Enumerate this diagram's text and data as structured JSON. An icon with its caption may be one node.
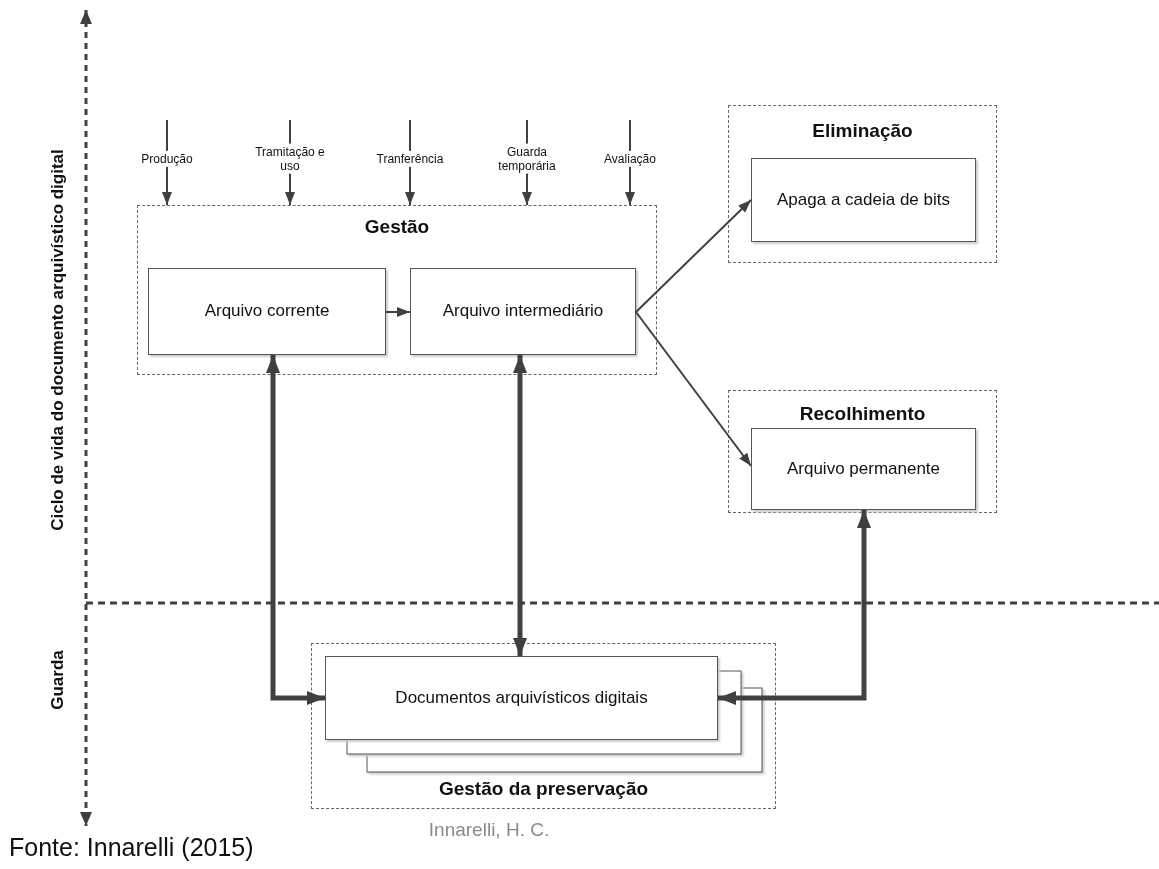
{
  "diagram": {
    "caption": "Fonte: Innarelli (2015)",
    "nodes": [
      {
        "text": [
          "Gestão"
        ]
      },
      {
        "text": [
          "Arquivo corrente"
        ],
        "in": 0
      },
      {
        "text": [
          "Arquivo intermediário"
        ],
        "in": 0
      },
      {
        "text": [
          "Eliminação"
        ]
      },
      {
        "text": [
          "Apaga a cadeia de bits"
        ],
        "in": 3
      },
      {
        "text": [
          "Recolhimento"
        ]
      },
      {
        "text": [
          "Arquivo permanente"
        ],
        "in": 5
      },
      {
        "text": [
          "Gestão da preservação"
        ]
      },
      {
        "text": [
          "Documentos arquivísticos digitais"
        ],
        "in": 7
      }
    ],
    "edges": [
      {
        "from": null,
        "to": 0,
        "arrow": "to",
        "label": "Produção"
      },
      {
        "from": null,
        "to": 0,
        "arrow": "to",
        "label": "Tramitação e uso"
      },
      {
        "from": null,
        "to": 0,
        "arrow": "to",
        "label": "Tranferência"
      },
      {
        "from": null,
        "to": 0,
        "arrow": "to",
        "label": "Guarda temporária"
      },
      {
        "from": null,
        "to": 0,
        "arrow": "to",
        "label": "Avaliação"
      },
      {
        "from": 1,
        "to": 2,
        "arrow": "to"
      },
      {
        "from": 2,
        "to": 4,
        "arrow": "to"
      },
      {
        "from": 2,
        "to": 6,
        "arrow": "to"
      },
      {
        "from": 1,
        "to": 8,
        "arrow": "both",
        "style": "thick"
      },
      {
        "from": 2,
        "to": 8,
        "arrow": "both",
        "style": "thick"
      },
      {
        "from": 6,
        "to": 8,
        "arrow": "both",
        "style": "thick"
      }
    ],
    "labels": [
      "Ciclo de vida do documento arquivístico digital",
      "Guarda",
      "Innarelli, H. C."
    ]
  }
}
